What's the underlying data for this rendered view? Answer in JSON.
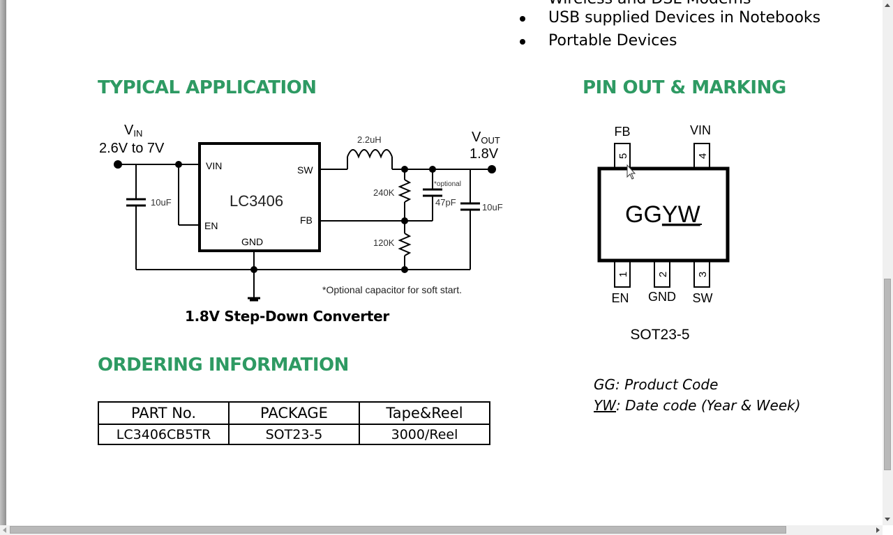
{
  "applications": {
    "partial_item": "Wireless and DSL Modems",
    "items": [
      "USB supplied Devices in Notebooks",
      "Portable Devices"
    ]
  },
  "typical_application": {
    "heading": "TYPICAL APPLICATION",
    "schematic": {
      "vin_label": "V",
      "vin_sub": "IN",
      "vin_range": "2.6V to 7V",
      "cin": "10uF",
      "ic_name": "LC3406",
      "pins": {
        "vin": "VIN",
        "en": "EN",
        "sw": "SW",
        "fb": "FB",
        "gnd": "GND"
      },
      "inductor": "2.2uH",
      "vout_label": "V",
      "vout_sub": "OUT",
      "vout_value": "1.8V",
      "r_top": "240K",
      "r_bottom": "120K",
      "c_ff_note": "*optional",
      "c_ff": "47pF",
      "cout": "10uF",
      "footnote": "*Optional capacitor for soft start."
    },
    "caption": "1.8V Step-Down Converter"
  },
  "pinout": {
    "heading": "PIN OUT & MARKING",
    "marking_plain": "GG",
    "marking_underlined": "YW",
    "top_pins": [
      {
        "number": "5",
        "name": "FB"
      },
      {
        "number": "4",
        "name": "VIN"
      }
    ],
    "bottom_pins": [
      {
        "number": "1",
        "name": "EN"
      },
      {
        "number": "2",
        "name": "GND"
      },
      {
        "number": "3",
        "name": "SW"
      }
    ],
    "package": "SOT23-5",
    "legend": [
      {
        "code": "GG",
        "desc": ": Product Code"
      },
      {
        "code": "YW",
        "desc": ": Date code (Year & Week)"
      }
    ]
  },
  "ordering": {
    "heading": "ORDERING INFORMATION",
    "columns": [
      "PART No.",
      "PACKAGE",
      "Tape&Reel"
    ],
    "rows": [
      [
        "LC3406CB5TR",
        "SOT23-5",
        "3000/Reel"
      ]
    ]
  },
  "colors": {
    "heading": "#2e9a63"
  }
}
